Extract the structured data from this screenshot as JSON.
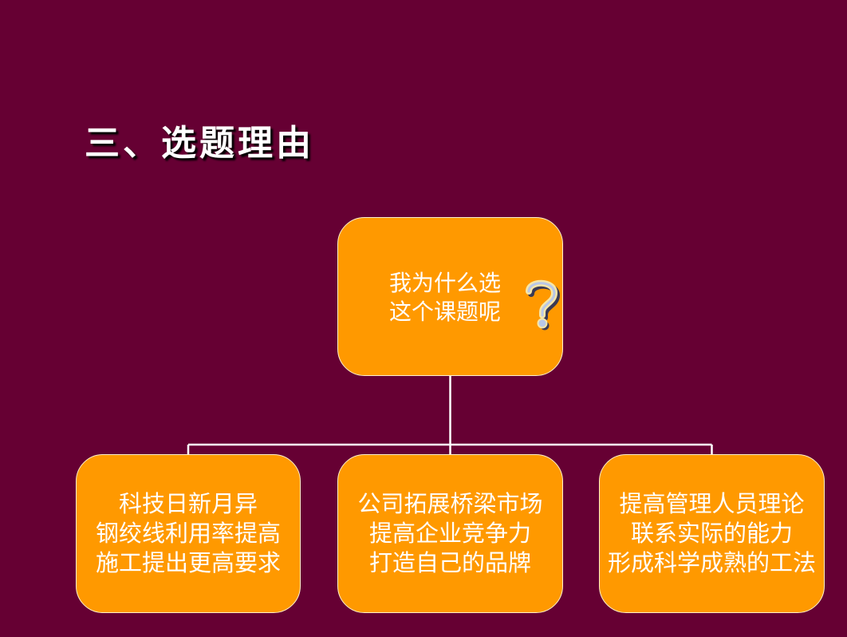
{
  "title": "三、选题理由",
  "root": {
    "lines": [
      "我为什么选",
      "这个课题呢"
    ],
    "icon": "question-mark-icon"
  },
  "children": [
    {
      "lines": [
        "科技日新月异",
        "钢绞线利用率提高",
        "施工提出更高要求"
      ]
    },
    {
      "lines": [
        "公司拓展桥梁市场",
        "提高企业竞争力",
        "打造自己的品牌"
      ]
    },
    {
      "lines": [
        "提高管理人员理论",
        "联系实际的能力",
        "形成科学成熟的工法"
      ]
    }
  ],
  "colors": {
    "background": "#660033",
    "box_fill": "#ff9900",
    "box_border": "#fff2cc",
    "text": "#ffffff",
    "connector": "#ffffff"
  }
}
